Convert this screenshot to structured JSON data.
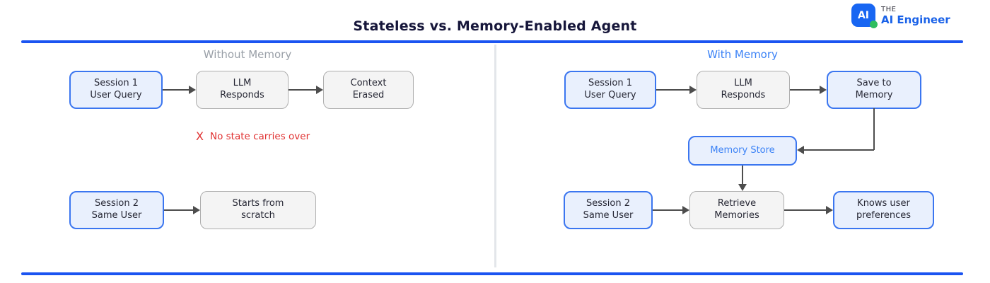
{
  "header": {
    "title": "Stateless vs. Memory-Enabled Agent",
    "logo": {
      "badge": "AI",
      "the": "THE",
      "brand": "AI Engineer"
    }
  },
  "left_panel": {
    "heading": "Without Memory",
    "nodes": {
      "session1": "Session 1\nUser Query",
      "llm_responds": "LLM\nResponds",
      "context_erased": "Context\nErased",
      "session2": "Session 2\nSame User",
      "starts_from_scratch": "Starts from\nscratch"
    },
    "annotation": {
      "icon": "X",
      "text": "No state carries over"
    }
  },
  "right_panel": {
    "heading": "With Memory",
    "nodes": {
      "session1": "Session 1\nUser Query",
      "llm_responds": "LLM\nResponds",
      "save_to_memory": "Save to\nMemory",
      "memory_store": "Memory Store",
      "session2": "Session 2\nSame User",
      "retrieve_memories": "Retrieve\nMemories",
      "knows_user_preferences": "Knows user\npreferences"
    }
  },
  "colors": {
    "accent_blue": "#1b54f1",
    "node_blue_border": "#3b76f0",
    "node_blue_fill": "#e9f0fd",
    "node_gray_fill": "#f4f4f4",
    "node_gray_border": "#aeaeae",
    "memory_store_text": "#3b82f6",
    "heading_with_memory": "#3b82f6",
    "heading_without_memory": "#9aa0a8",
    "annotation_red": "#e03131",
    "arrow_gray": "#4d4d4d",
    "title_navy": "#16163a",
    "logo_blue": "#1866f2",
    "logo_green": "#2fbe5f"
  }
}
